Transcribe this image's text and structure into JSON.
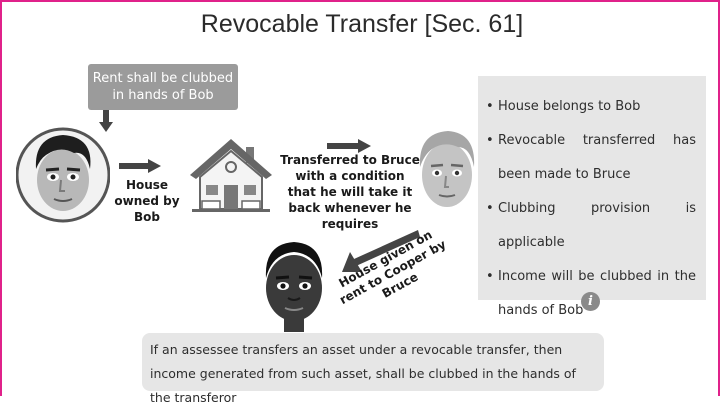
{
  "slide": {
    "title": "Revocable Transfer [Sec. 61]",
    "rent_note": "Rent shall be clubbed in hands of Bob",
    "house_owned_label": "House owned by Bob",
    "transfer_label": "Transferred to Bruce with a condition that he will take it back whenever he requires",
    "given_on_rent_label": "House given on rent to Cooper by Bruce",
    "info_points": [
      "House belongs to Bob",
      "Revocable transferred has been made to Bruce",
      "Clubbing provision is applicable",
      "Income will be clubbed in the hands of Bob"
    ],
    "info_icon_glyph": "i",
    "footer_text": "If an assessee transfers an asset under a revocable transfer, then income generated from such asset, shall be clubbed in the hands of the transferor"
  },
  "colors": {
    "frame_border": "#e0218a",
    "rent_box": "#9b9b9b",
    "arrow": "#444444",
    "panel": "#e6e6e6"
  },
  "icons": [
    "bob-avatar",
    "house-icon",
    "bruce-avatar",
    "cooper-avatar",
    "info-icon"
  ]
}
